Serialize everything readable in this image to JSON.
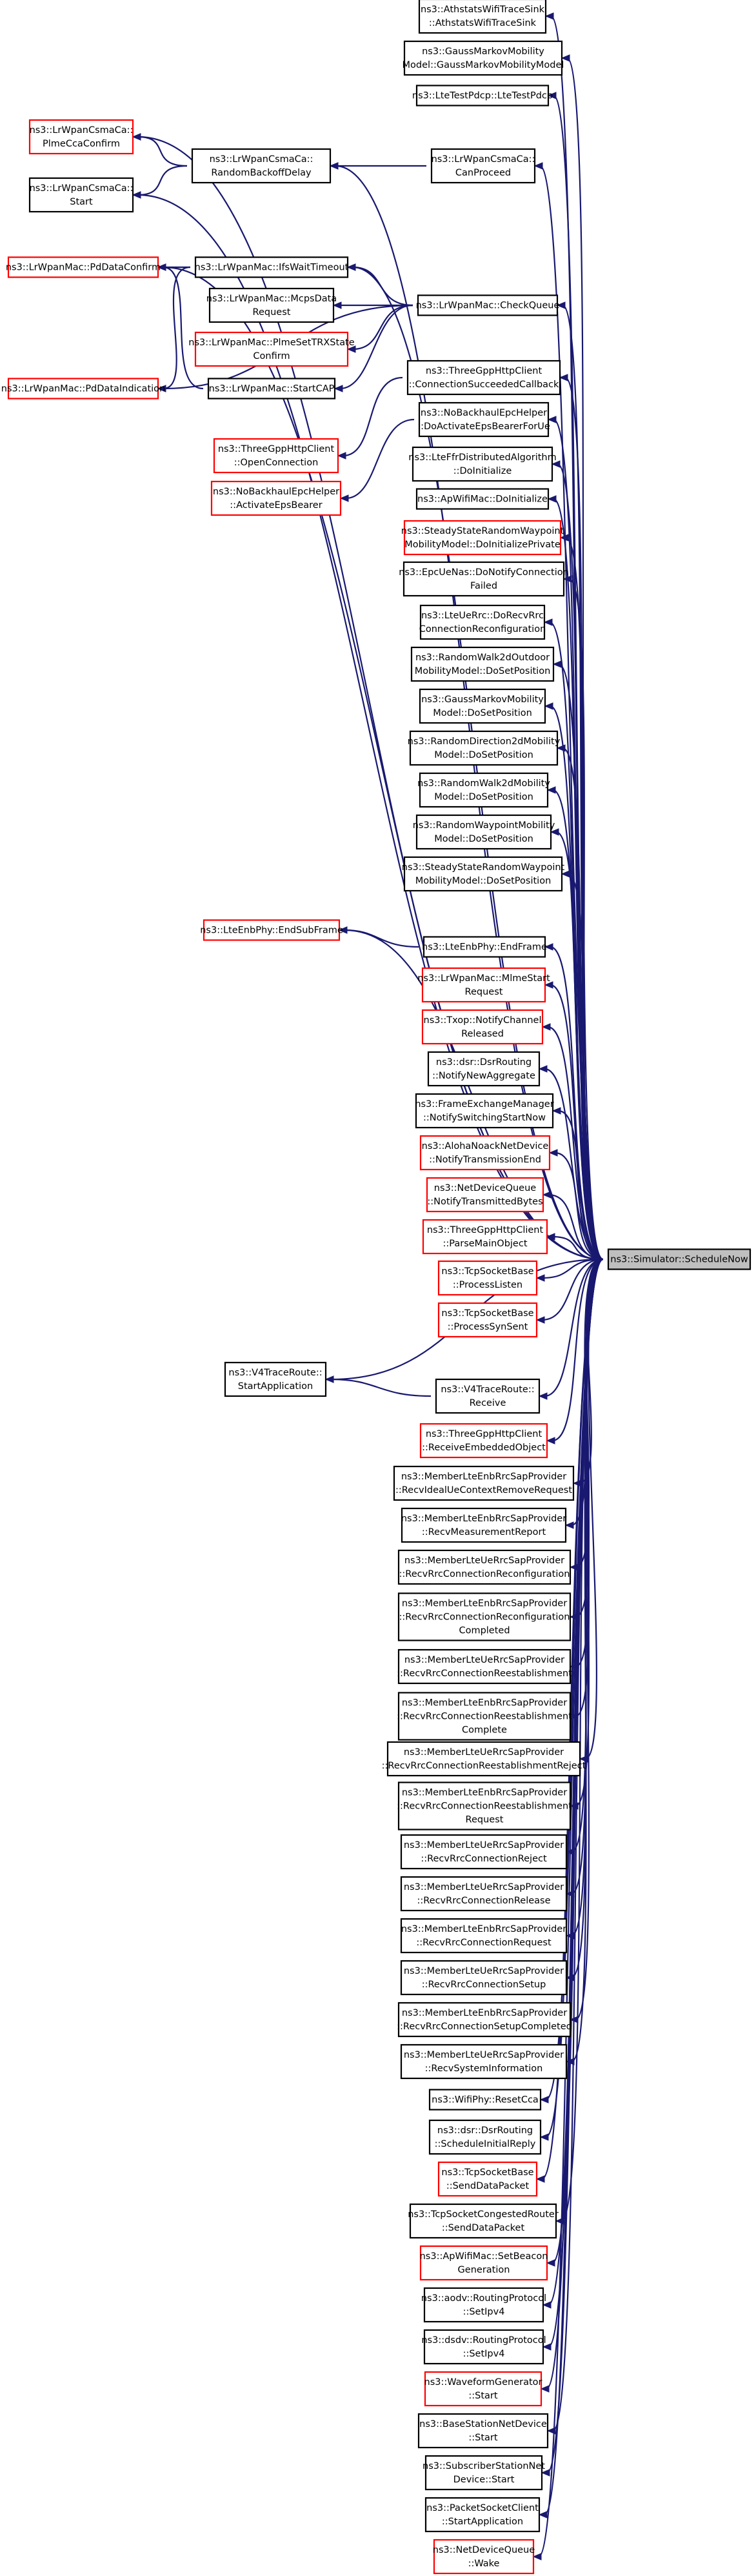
{
  "graph": {
    "colors": {
      "edge": "#191970",
      "node_border": "#000000",
      "node_border_undocumented": "#ff0000",
      "target_fill": "#bfbfbf"
    },
    "nodes": [
      {
        "id": "target",
        "lines": [
          "ns3::Simulator::ScheduleNow"
        ],
        "style": "target"
      },
      {
        "id": "n_athstats",
        "lines": [
          "ns3::AthstatsWifiTraceSink",
          "::AthstatsWifiTraceSink"
        ],
        "style": "black"
      },
      {
        "id": "n_gaussmarkov_ctor",
        "lines": [
          "ns3::GaussMarkovMobility",
          "Model::GaussMarkovMobilityModel"
        ],
        "style": "black"
      },
      {
        "id": "n_ltetestpdcp",
        "lines": [
          "ns3::LteTestPdcp::LteTestPdcp"
        ],
        "style": "black"
      },
      {
        "id": "n_plmecca",
        "lines": [
          "ns3::LrWpanCsmaCa::",
          "PlmeCcaConfirm"
        ],
        "style": "red"
      },
      {
        "id": "n_csma_start",
        "lines": [
          "ns3::LrWpanCsmaCa::",
          "Start"
        ],
        "style": "black"
      },
      {
        "id": "n_randombackoff",
        "lines": [
          "ns3::LrWpanCsmaCa::",
          "RandomBackoffDelay"
        ],
        "style": "black"
      },
      {
        "id": "n_canproceed",
        "lines": [
          "ns3::LrWpanCsmaCa::",
          "CanProceed"
        ],
        "style": "black"
      },
      {
        "id": "n_pddataconfirm",
        "lines": [
          "ns3::LrWpanMac::PdDataConfirm"
        ],
        "style": "red"
      },
      {
        "id": "n_ifswait",
        "lines": [
          "ns3::LrWpanMac::IfsWaitTimeout"
        ],
        "style": "black"
      },
      {
        "id": "n_mcpsdata",
        "lines": [
          "ns3::LrWpanMac::McpsData",
          "Request"
        ],
        "style": "black"
      },
      {
        "id": "n_checkqueue",
        "lines": [
          "ns3::LrWpanMac::CheckQueue"
        ],
        "style": "black"
      },
      {
        "id": "n_plmesettrx",
        "lines": [
          "ns3::LrWpanMac::PlmeSetTRXState",
          "Confirm"
        ],
        "style": "red"
      },
      {
        "id": "n_pddataind",
        "lines": [
          "ns3::LrWpanMac::PdDataIndication"
        ],
        "style": "red"
      },
      {
        "id": "n_startcap",
        "lines": [
          "ns3::LrWpanMac::StartCAP"
        ],
        "style": "black"
      },
      {
        "id": "n_connsucceeded",
        "lines": [
          "ns3::ThreeGppHttpClient",
          "::ConnectionSucceededCallback"
        ],
        "style": "black"
      },
      {
        "id": "n_openconn",
        "lines": [
          "ns3::ThreeGppHttpClient",
          "::OpenConnection"
        ],
        "style": "red"
      },
      {
        "id": "n_doactivateeps",
        "lines": [
          "ns3::NoBackhaulEpcHelper",
          "::DoActivateEpsBearerForUe"
        ],
        "style": "black"
      },
      {
        "id": "n_activateeps",
        "lines": [
          "ns3::NoBackhaulEpcHelper",
          "::ActivateEpsBearer"
        ],
        "style": "red"
      },
      {
        "id": "n_ltefr",
        "lines": [
          "ns3::LteFfrDistributedAlgorithm",
          "::DoInitialize"
        ],
        "style": "black"
      },
      {
        "id": "n_apwifi_init",
        "lines": [
          "ns3::ApWifiMac::DoInitialize"
        ],
        "style": "black"
      },
      {
        "id": "n_ssrw_initpriv",
        "lines": [
          "ns3::SteadyStateRandomWaypoint",
          "MobilityModel::DoInitializePrivate"
        ],
        "style": "red"
      },
      {
        "id": "n_epcuenas",
        "lines": [
          "ns3::EpcUeNas::DoNotifyConnection",
          "Failed"
        ],
        "style": "black"
      },
      {
        "id": "n_lteuerrc",
        "lines": [
          "ns3::LteUeRrc::DoRecvRrc",
          "ConnectionReconfiguration"
        ],
        "style": "black"
      },
      {
        "id": "n_rw2doutdoor",
        "lines": [
          "ns3::RandomWalk2dOutdoor",
          "MobilityModel::DoSetPosition"
        ],
        "style": "black"
      },
      {
        "id": "n_gaussmarkov_setpos",
        "lines": [
          "ns3::GaussMarkovMobility",
          "Model::DoSetPosition"
        ],
        "style": "black"
      },
      {
        "id": "n_rdir2d",
        "lines": [
          "ns3::RandomDirection2dMobility",
          "Model::DoSetPosition"
        ],
        "style": "black"
      },
      {
        "id": "n_rw2d",
        "lines": [
          "ns3::RandomWalk2dMobility",
          "Model::DoSetPosition"
        ],
        "style": "black"
      },
      {
        "id": "n_rwaypoint",
        "lines": [
          "ns3::RandomWaypointMobility",
          "Model::DoSetPosition"
        ],
        "style": "black"
      },
      {
        "id": "n_ssrw_setpos",
        "lines": [
          "ns3::SteadyStateRandomWaypoint",
          "MobilityModel::DoSetPosition"
        ],
        "style": "black"
      },
      {
        "id": "n_endsubframe",
        "lines": [
          "ns3::LteEnbPhy::EndSubFrame"
        ],
        "style": "red"
      },
      {
        "id": "n_endframe",
        "lines": [
          "ns3::LteEnbPhy::EndFrame"
        ],
        "style": "black"
      },
      {
        "id": "n_mlmestart",
        "lines": [
          "ns3::LrWpanMac::MlmeStart",
          "Request"
        ],
        "style": "red"
      },
      {
        "id": "n_txop",
        "lines": [
          "ns3::Txop::NotifyChannel",
          "Released"
        ],
        "style": "red"
      },
      {
        "id": "n_dsr_notify",
        "lines": [
          "ns3::dsr::DsrRouting",
          "::NotifyNewAggregate"
        ],
        "style": "black"
      },
      {
        "id": "n_fem",
        "lines": [
          "ns3::FrameExchangeManager",
          "::NotifySwitchingStartNow"
        ],
        "style": "black"
      },
      {
        "id": "n_aloha",
        "lines": [
          "ns3::AlohaNoackNetDevice",
          "::NotifyTransmissionEnd"
        ],
        "style": "red"
      },
      {
        "id": "n_ndq_notify",
        "lines": [
          "ns3::NetDeviceQueue",
          "::NotifyTransmittedBytes"
        ],
        "style": "red"
      },
      {
        "id": "n_parsemain",
        "lines": [
          "ns3::ThreeGppHttpClient",
          "::ParseMainObject"
        ],
        "style": "red"
      },
      {
        "id": "n_proclisten",
        "lines": [
          "ns3::TcpSocketBase",
          "::ProcessListen"
        ],
        "style": "red"
      },
      {
        "id": "n_procsynsent",
        "lines": [
          "ns3::TcpSocketBase",
          "::ProcessSynSent"
        ],
        "style": "red"
      },
      {
        "id": "n_v4start",
        "lines": [
          "ns3::V4TraceRoute::",
          "StartApplication"
        ],
        "style": "black"
      },
      {
        "id": "n_v4receive",
        "lines": [
          "ns3::V4TraceRoute::",
          "Receive"
        ],
        "style": "black"
      },
      {
        "id": "n_recvembedded",
        "lines": [
          "ns3::ThreeGppHttpClient",
          "::ReceiveEmbeddedObject"
        ],
        "style": "red"
      },
      {
        "id": "n_ideal_ctx",
        "lines": [
          "ns3::MemberLteEnbRrcSapProvider",
          "::RecvIdealUeContextRemoveRequest"
        ],
        "style": "black"
      },
      {
        "id": "n_measreport",
        "lines": [
          "ns3::MemberLteEnbRrcSapProvider",
          "::RecvMeasurementReport"
        ],
        "style": "black"
      },
      {
        "id": "n_ue_reconf",
        "lines": [
          "ns3::MemberLteUeRrcSapProvider",
          "::RecvRrcConnectionReconfiguration"
        ],
        "style": "black"
      },
      {
        "id": "n_enb_reconf_done",
        "lines": [
          "ns3::MemberLteEnbRrcSapProvider",
          "::RecvRrcConnectionReconfiguration",
          "Completed"
        ],
        "style": "black"
      },
      {
        "id": "n_ue_reest",
        "lines": [
          "ns3::MemberLteUeRrcSapProvider",
          "::RecvRrcConnectionReestablishment"
        ],
        "style": "black"
      },
      {
        "id": "n_enb_reest_done",
        "lines": [
          "ns3::MemberLteEnbRrcSapProvider",
          "::RecvRrcConnectionReestablishment",
          "Complete"
        ],
        "style": "black"
      },
      {
        "id": "n_ue_reest_reject",
        "lines": [
          "ns3::MemberLteUeRrcSapProvider",
          "::RecvRrcConnectionReestablishmentReject"
        ],
        "style": "black"
      },
      {
        "id": "n_enb_reest_req",
        "lines": [
          "ns3::MemberLteEnbRrcSapProvider",
          "::RecvRrcConnectionReestablishment",
          "Request"
        ],
        "style": "black"
      },
      {
        "id": "n_ue_reject",
        "lines": [
          "ns3::MemberLteUeRrcSapProvider",
          "::RecvRrcConnectionReject"
        ],
        "style": "black"
      },
      {
        "id": "n_ue_release",
        "lines": [
          "ns3::MemberLteUeRrcSapProvider",
          "::RecvRrcConnectionRelease"
        ],
        "style": "black"
      },
      {
        "id": "n_enb_request",
        "lines": [
          "ns3::MemberLteEnbRrcSapProvider",
          "::RecvRrcConnectionRequest"
        ],
        "style": "black"
      },
      {
        "id": "n_ue_setup",
        "lines": [
          "ns3::MemberLteUeRrcSapProvider",
          "::RecvRrcConnectionSetup"
        ],
        "style": "black"
      },
      {
        "id": "n_enb_setup_done",
        "lines": [
          "ns3::MemberLteEnbRrcSapProvider",
          "::RecvRrcConnectionSetupCompleted"
        ],
        "style": "black"
      },
      {
        "id": "n_ue_sysinfo",
        "lines": [
          "ns3::MemberLteUeRrcSapProvider",
          "::RecvSystemInformation"
        ],
        "style": "black"
      },
      {
        "id": "n_wifiphy_reset",
        "lines": [
          "ns3::WifiPhy::ResetCca"
        ],
        "style": "black"
      },
      {
        "id": "n_dsr_sched",
        "lines": [
          "ns3::dsr::DsrRouting",
          "::ScheduleInitialReply"
        ],
        "style": "black"
      },
      {
        "id": "n_senddata",
        "lines": [
          "ns3::TcpSocketBase",
          "::SendDataPacket"
        ],
        "style": "red"
      },
      {
        "id": "n_congested",
        "lines": [
          "ns3::TcpSocketCongestedRouter",
          "::SendDataPacket"
        ],
        "style": "black"
      },
      {
        "id": "n_apwifi_beacon",
        "lines": [
          "ns3::ApWifiMac::SetBeacon",
          "Generation"
        ],
        "style": "red"
      },
      {
        "id": "n_aodv",
        "lines": [
          "ns3::aodv::RoutingProtocol",
          "::SetIpv4"
        ],
        "style": "black"
      },
      {
        "id": "n_dsdv",
        "lines": [
          "ns3::dsdv::RoutingProtocol",
          "::SetIpv4"
        ],
        "style": "black"
      },
      {
        "id": "n_waveform",
        "lines": [
          "ns3::WaveformGenerator",
          "::Start"
        ],
        "style": "red"
      },
      {
        "id": "n_bsnd",
        "lines": [
          "ns3::BaseStationNetDevice",
          "::Start"
        ],
        "style": "black"
      },
      {
        "id": "n_ssnd",
        "lines": [
          "ns3::SubscriberStationNet",
          "Device::Start"
        ],
        "style": "black"
      },
      {
        "id": "n_packetsock",
        "lines": [
          "ns3::PacketSocketClient",
          "::StartApplication"
        ],
        "style": "black"
      },
      {
        "id": "n_ndq_wake",
        "lines": [
          "ns3::NetDeviceQueue",
          "::Wake"
        ],
        "style": "red"
      }
    ],
    "edges": [
      [
        "n_athstats",
        "target"
      ],
      [
        "n_gaussmarkov_ctor",
        "target"
      ],
      [
        "n_ltetestpdcp",
        "target"
      ],
      [
        "n_plmecca",
        "n_randombackoff"
      ],
      [
        "n_plmecca",
        "target"
      ],
      [
        "n_csma_start",
        "n_randombackoff"
      ],
      [
        "n_csma_start",
        "target"
      ],
      [
        "n_randombackoff",
        "n_canproceed"
      ],
      [
        "n_randombackoff",
        "target"
      ],
      [
        "n_canproceed",
        "target"
      ],
      [
        "n_pddataconfirm",
        "n_ifswait"
      ],
      [
        "n_pddataconfirm",
        "n_startcap"
      ],
      [
        "n_pddataconfirm",
        "target"
      ],
      [
        "n_pddataind",
        "n_ifswait"
      ],
      [
        "n_pddataind",
        "n_checkqueue"
      ],
      [
        "n_ifswait",
        "n_checkqueue"
      ],
      [
        "n_ifswait",
        "target"
      ],
      [
        "n_mcpsdata",
        "n_checkqueue"
      ],
      [
        "n_plmesettrx",
        "n_checkqueue"
      ],
      [
        "n_startcap",
        "n_checkqueue"
      ],
      [
        "n_checkqueue",
        "target"
      ],
      [
        "n_connsucceeded",
        "target"
      ],
      [
        "n_openconn",
        "n_connsucceeded"
      ],
      [
        "n_doactivateeps",
        "target"
      ],
      [
        "n_activateeps",
        "n_doactivateeps"
      ],
      [
        "n_ltefr",
        "target"
      ],
      [
        "n_apwifi_init",
        "target"
      ],
      [
        "n_ssrw_initpriv",
        "target"
      ],
      [
        "n_epcuenas",
        "target"
      ],
      [
        "n_lteuerrc",
        "target"
      ],
      [
        "n_rw2doutdoor",
        "target"
      ],
      [
        "n_gaussmarkov_setpos",
        "target"
      ],
      [
        "n_rdir2d",
        "target"
      ],
      [
        "n_rw2d",
        "target"
      ],
      [
        "n_rwaypoint",
        "target"
      ],
      [
        "n_ssrw_setpos",
        "target"
      ],
      [
        "n_endsubframe",
        "n_endframe"
      ],
      [
        "n_endsubframe",
        "target"
      ],
      [
        "n_endframe",
        "target"
      ],
      [
        "n_mlmestart",
        "target"
      ],
      [
        "n_txop",
        "target"
      ],
      [
        "n_dsr_notify",
        "target"
      ],
      [
        "n_fem",
        "target"
      ],
      [
        "n_aloha",
        "target"
      ],
      [
        "n_ndq_notify",
        "target"
      ],
      [
        "n_parsemain",
        "target"
      ],
      [
        "n_proclisten",
        "target"
      ],
      [
        "n_procsynsent",
        "target"
      ],
      [
        "n_v4start",
        "n_v4receive"
      ],
      [
        "n_v4start",
        "target"
      ],
      [
        "n_v4receive",
        "target"
      ],
      [
        "n_recvembedded",
        "target"
      ],
      [
        "n_ideal_ctx",
        "target"
      ],
      [
        "n_measreport",
        "target"
      ],
      [
        "n_ue_reconf",
        "target"
      ],
      [
        "n_enb_reconf_done",
        "target"
      ],
      [
        "n_ue_reest",
        "target"
      ],
      [
        "n_enb_reest_done",
        "target"
      ],
      [
        "n_ue_reest_reject",
        "target"
      ],
      [
        "n_enb_reest_req",
        "target"
      ],
      [
        "n_ue_reject",
        "target"
      ],
      [
        "n_ue_release",
        "target"
      ],
      [
        "n_enb_request",
        "target"
      ],
      [
        "n_ue_setup",
        "target"
      ],
      [
        "n_enb_setup_done",
        "target"
      ],
      [
        "n_ue_sysinfo",
        "target"
      ],
      [
        "n_wifiphy_reset",
        "target"
      ],
      [
        "n_dsr_sched",
        "target"
      ],
      [
        "n_senddata",
        "target"
      ],
      [
        "n_congested",
        "target"
      ],
      [
        "n_apwifi_beacon",
        "target"
      ],
      [
        "n_aodv",
        "target"
      ],
      [
        "n_dsdv",
        "target"
      ],
      [
        "n_waveform",
        "target"
      ],
      [
        "n_bsnd",
        "target"
      ],
      [
        "n_ssnd",
        "target"
      ],
      [
        "n_packetsock",
        "target"
      ],
      [
        "n_ndq_wake",
        "target"
      ]
    ]
  }
}
